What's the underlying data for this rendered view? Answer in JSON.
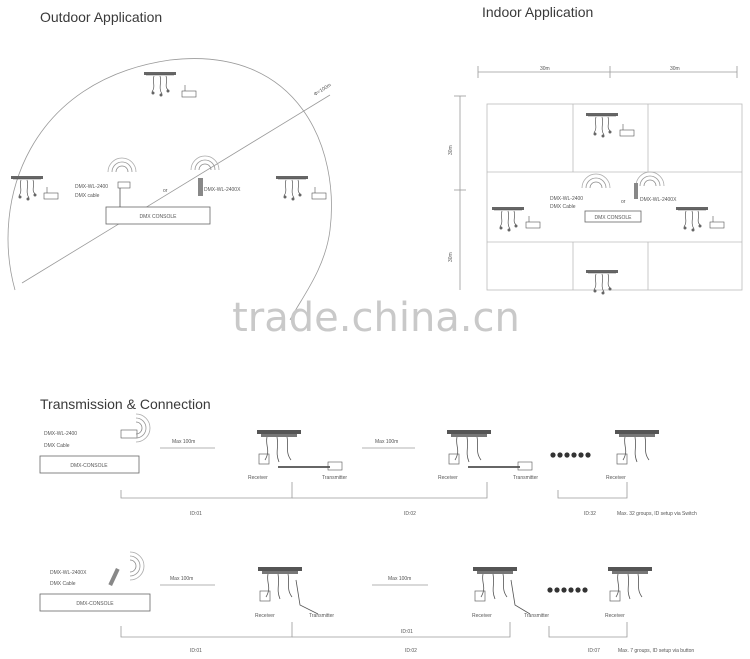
{
  "titles": {
    "outdoor": "Outdoor Application",
    "indoor": "Indoor Application",
    "transmission": "Transmission & Connection"
  },
  "watermark": "trade.china.cn",
  "outdoor": {
    "range": "Φ=100m",
    "dmx_wl": "DMX-WL-2400",
    "dmx_cable": "DMX cable",
    "or": "or",
    "dmx_wl_x": "DMX-WL-2400X",
    "console": "DMX CONSOLE"
  },
  "indoor": {
    "dim_top_1": "30m",
    "dim_top_2": "30m",
    "dim_left_1": "30m",
    "dim_left_2": "30m",
    "dmx_wl": "DMX-WL-2400",
    "dmx_cable": "DMX Cable",
    "dmx_wl_x": "DMX-WL-2400X",
    "or": "or",
    "console": "DMX CONSOLE"
  },
  "row1": {
    "dmx_wl": "DMX-WL-2400",
    "dmx_cable": "DMX Cable",
    "console": "DMX-CONSOLE",
    "max1": "Max 100m",
    "max2": "Max 100m",
    "receiver": "Receiver",
    "transmitter": "Transmitter",
    "id1": "ID:01",
    "id2": "ID:02",
    "id3": "ID:32",
    "note": "Max. 32 groups, ID setup via Switch"
  },
  "row2": {
    "dmx_wl": "DMX-WL-2400X",
    "dmx_cable": "DMX Cable",
    "console": "DMX-CONSOLE",
    "max1": "Max 100m",
    "max2": "Max 100m",
    "receiver": "Receiver",
    "transmitter": "Transmitter",
    "id1": "ID:01",
    "id2": "ID:02",
    "id_mid": "ID:01",
    "id3": "ID:07",
    "note": "Max. 7 groups, ID setup via button"
  }
}
